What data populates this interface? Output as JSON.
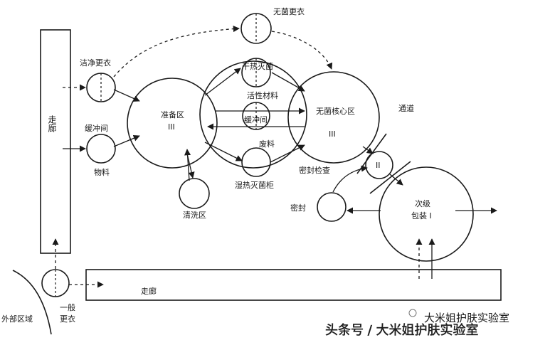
{
  "diagram": {
    "labels": {
      "sterile_gowning": "无菌更衣",
      "clean_gowning": "洁净更衣",
      "dry_heat_sterilization": "干热灭菌",
      "active_material": "活性材料",
      "buffer_room_left": "缓冲间",
      "buffer_room_mid": "缓冲间",
      "preparation_area": "准备区",
      "preparation_grade": "III",
      "sterile_core_area": "无菌核心区",
      "sterile_core_grade": "III",
      "channel": "通道",
      "material": "物料",
      "waste": "废料",
      "moist_heat_sterilizer": "湿热灭菌柜",
      "cleaning_area": "清洗区",
      "seal_inspection": "密封检查",
      "node_ii": "II",
      "seal": "密封",
      "secondary_packaging_1": "次级",
      "secondary_packaging_2": "包装 I",
      "corridor_vertical": "走廊",
      "corridor_horizontal": "走廊",
      "general_gowning_1": "一般",
      "general_gowning_2": "更衣",
      "external_area": "外部区域"
    },
    "watermark": {
      "text": "头条号 / 大米姐护肤实验室",
      "badge": "大米姐护肤实验室"
    }
  }
}
